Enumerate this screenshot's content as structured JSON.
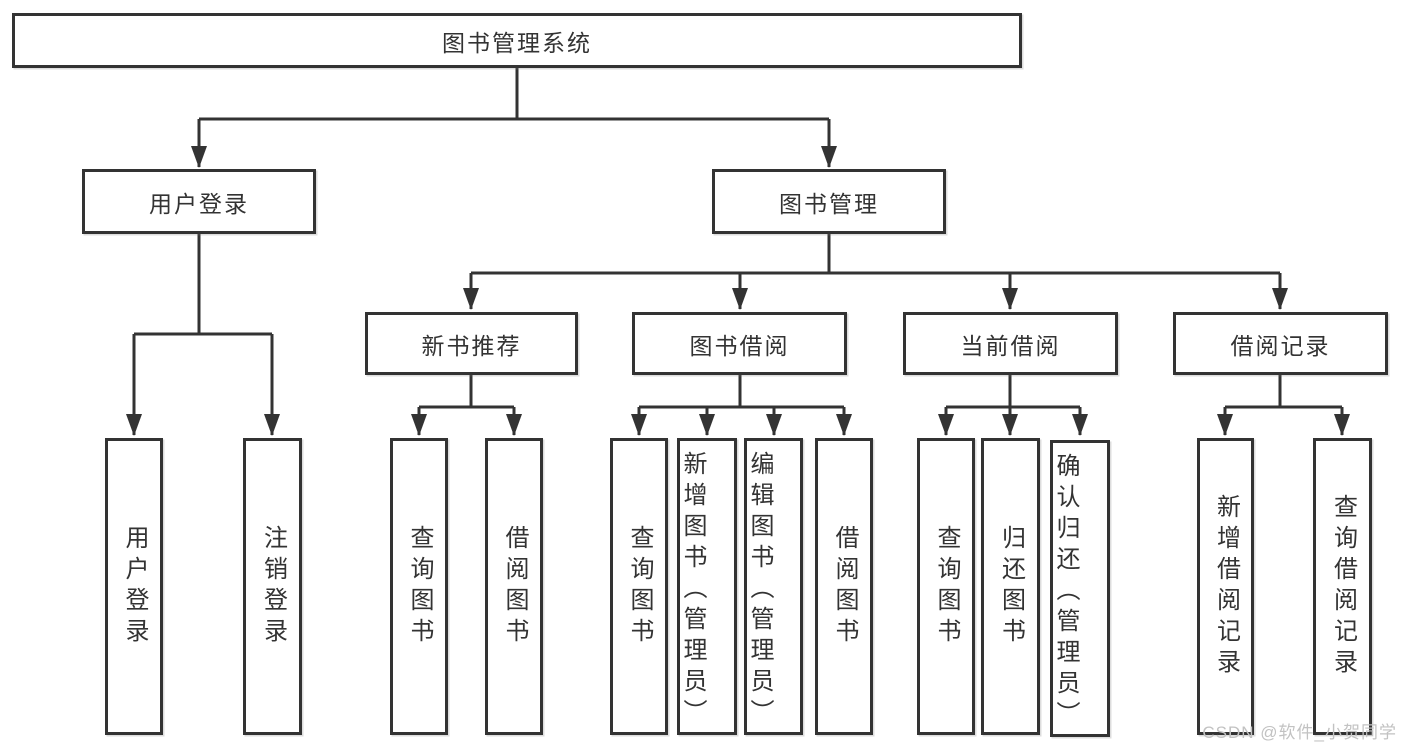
{
  "diagram": {
    "root": "图书管理系统",
    "branches": [
      {
        "label": "用户登录",
        "children": [
          {
            "label": "用户登录"
          },
          {
            "label": "注销登录"
          }
        ]
      },
      {
        "label": "图书管理",
        "children": [
          {
            "label": "新书推荐",
            "children": [
              {
                "label": "查询图书"
              },
              {
                "label": "借阅图书"
              }
            ]
          },
          {
            "label": "图书借阅",
            "children": [
              {
                "label": "查询图书"
              },
              {
                "label": "新增图书（管理员）"
              },
              {
                "label": "编辑图书（管理员）"
              },
              {
                "label": "借阅图书"
              }
            ]
          },
          {
            "label": "当前借阅",
            "children": [
              {
                "label": "查询图书"
              },
              {
                "label": "归还图书"
              },
              {
                "label": "确认归还（管理员）"
              }
            ]
          },
          {
            "label": "借阅记录",
            "children": [
              {
                "label": "新增借阅记录"
              },
              {
                "label": "查询借阅记录"
              }
            ]
          }
        ]
      }
    ]
  },
  "watermark": {
    "text": "CSDN @软件_小贺同学"
  },
  "colors": {
    "line": "#333333",
    "box_border": "#333333",
    "text": "#333333",
    "background": "#ffffff",
    "watermark": "#c2c2c2"
  }
}
